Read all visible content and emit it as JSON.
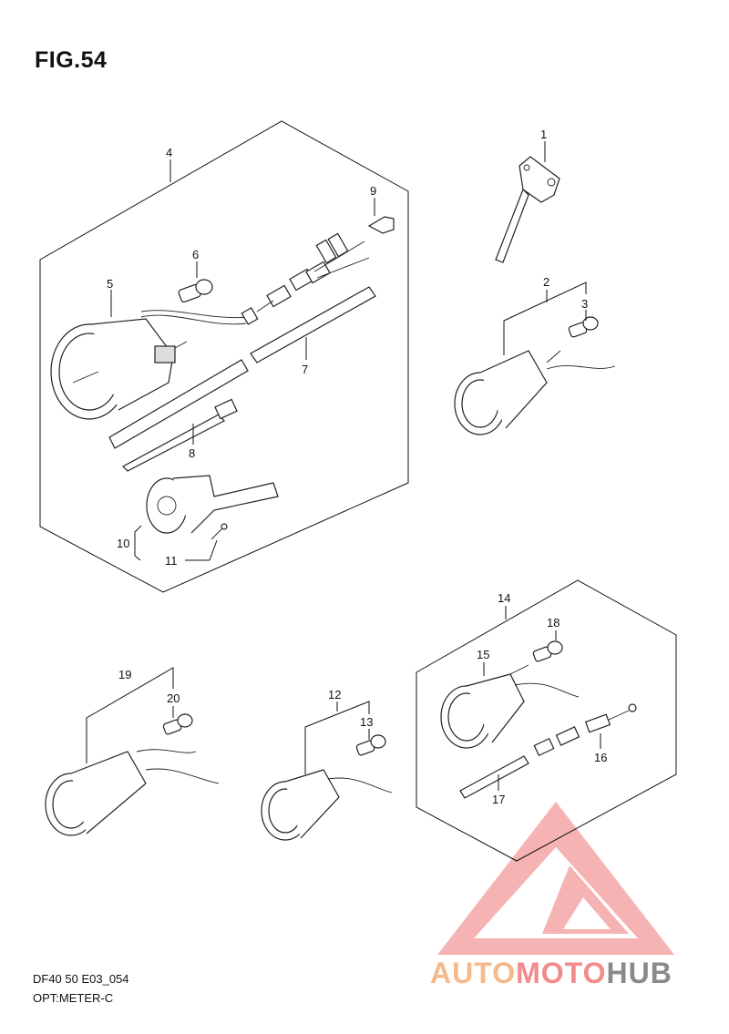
{
  "figure": {
    "title": "FIG.54",
    "code": "DF40 50 E03_054",
    "subtitle": "OPT:METER-C"
  },
  "callouts": [
    "1",
    "2",
    "3",
    "4",
    "5",
    "6",
    "7",
    "8",
    "9",
    "10",
    "11",
    "12",
    "13",
    "14",
    "15",
    "16",
    "17",
    "18",
    "19",
    "20"
  ],
  "watermark": {
    "part1": "AUTO",
    "part2": "MOTO",
    "part3": "HUB",
    "colors": {
      "auto": "#f6b98a",
      "moto": "#f28b8b",
      "hub": "#8a8a8a",
      "logo": "#f08080"
    }
  }
}
